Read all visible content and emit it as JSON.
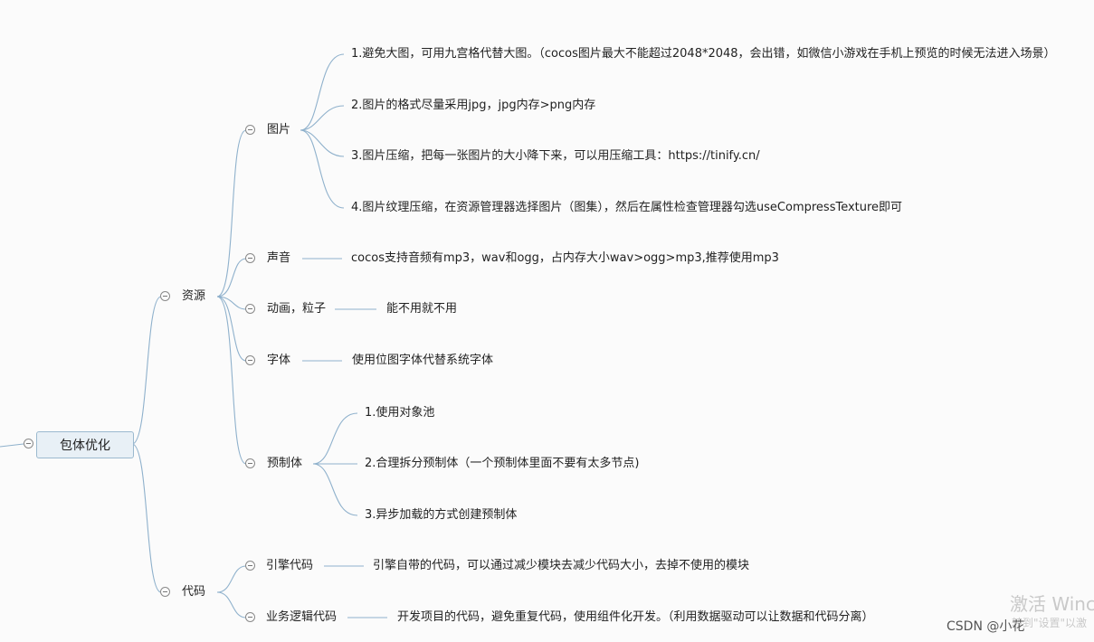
{
  "root": {
    "label": "包体优化"
  },
  "branches": {
    "resources": {
      "label": "资源",
      "image": {
        "label": "图片",
        "items": [
          "1.避免大图，可用九宫格代替大图。（cocos图片最大不能超过2048*2048，会出错，如微信小游戏在手机上预览的时候无法进入场景）",
          "2.图片的格式尽量采用jpg，jpg内存>png内存",
          "3.图片压缩，把每一张图片的大小降下来，可以用压缩工具：https://tinify.cn/",
          "4.图片纹理压缩，在资源管理器选择图片（图集），然后在属性检查管理器勾选useCompressTexture即可"
        ]
      },
      "sound": {
        "label": "声音",
        "note": "cocos支持音频有mp3，wav和ogg，占内存大小wav>ogg>mp3,推荐使用mp3"
      },
      "animation": {
        "label": "动画，粒子",
        "note": "能不用就不用"
      },
      "font": {
        "label": "字体",
        "note": "使用位图字体代替系统字体"
      },
      "prefab": {
        "label": "预制体",
        "items": [
          "1.使用对象池",
          "2.合理拆分预制体（一个预制体里面不要有太多节点)",
          "3.异步加载的方式创建预制体"
        ]
      }
    },
    "code": {
      "label": "代码",
      "engine": {
        "label": "引擎代码",
        "note": "引擎自带的代码，可以通过减少模块去减少代码大小，去掉不使用的模块"
      },
      "business": {
        "label": "业务逻辑代码",
        "note": "开发项目的代码，避免重复代码，使用组件化开发。（利用数据驱动可以让数据和代码分离）"
      }
    }
  },
  "overlay": {
    "watermark_line1": "激活 Winc",
    "watermark_line2": "转到\"设置\"以激",
    "csdn": "CSDN @小花"
  },
  "colors": {
    "line": "#8fb1cc",
    "root_fill": "#e8f0f6",
    "root_border": "#9bb9cf"
  }
}
